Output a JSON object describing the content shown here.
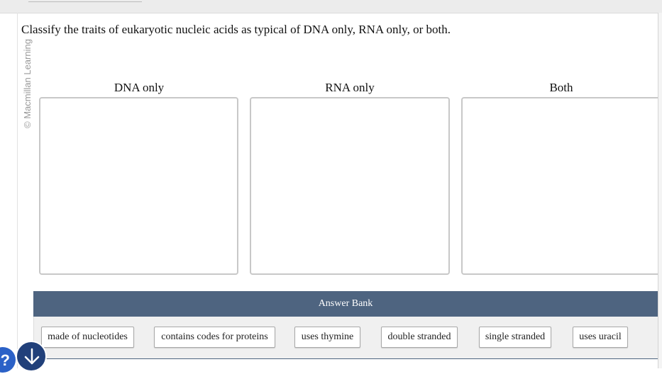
{
  "watermark": "© Macmillan Learning",
  "question": "Classify the traits of eukaryotic nucleic acids as typical of DNA only, RNA only, or both.",
  "categories": [
    "DNA only",
    "RNA only",
    "Both"
  ],
  "answer_bank": {
    "title": "Answer Bank",
    "items": [
      "made of nucleotides",
      "contains codes for proteins",
      "uses thymine",
      "double stranded",
      "single stranded",
      "uses uracil"
    ]
  },
  "colors": {
    "bank_header": "#4e6480",
    "help_button": "#2b61c7",
    "scroll_button": "#21407a"
  },
  "icons": [
    "help-icon",
    "arrow-down-icon"
  ]
}
